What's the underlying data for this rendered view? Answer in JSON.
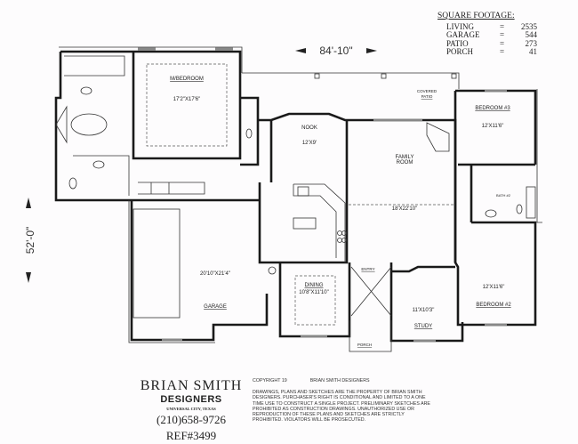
{
  "square_footage": {
    "title": "SQUARE FOOTAGE:",
    "rows": [
      {
        "label": "LIVING",
        "eq": "=",
        "value": "2535"
      },
      {
        "label": "GARAGE",
        "eq": "=",
        "value": "544"
      },
      {
        "label": "PATIO",
        "eq": "=",
        "value": "273"
      },
      {
        "label": "PORCH",
        "eq": "=",
        "value": "41"
      }
    ]
  },
  "dimensions": {
    "width": "84'-10\"",
    "depth": "52'-0\""
  },
  "rooms": {
    "master_bedroom": {
      "name": "M/BEDROOM",
      "size": "17'2\"X17'6\""
    },
    "covered_patio": {
      "line1": "COVERED",
      "line2": "PATIO"
    },
    "nook": {
      "name": "NOOK",
      "size": "12'X9'"
    },
    "family_room": {
      "line1": "FAMILY",
      "line2": "ROOM",
      "size": "18'X22'10\""
    },
    "bedroom3": {
      "name": "BEDROOM #3",
      "size": "12'X11'6\""
    },
    "bath2": {
      "name": "BATH #2"
    },
    "bedroom2": {
      "name": "BEDROOM #2",
      "size": "12'X11'6\""
    },
    "garage": {
      "name": "GARAGE",
      "size": "20'10\"X21'4\""
    },
    "dining": {
      "name": "DINING",
      "size": "10'8\"X11'10\""
    },
    "entry": {
      "name": "ENTRY"
    },
    "study": {
      "name": "STUDY",
      "size": "11'X10'3\""
    },
    "porch": {
      "name": "PORCH"
    }
  },
  "designer": {
    "name": "BRIAN SMITH",
    "sub": "DESIGNERS",
    "city": "UNIVERSAL CITY, TEXAS",
    "phone": "(210)658-9726",
    "ref": "REF#3499"
  },
  "legal": {
    "copyright": "COPYRIGHT 19",
    "owner": "BRIAN SMITH DESIGNERS",
    "notice": "DRAWINGS, PLANS AND SKETCHES ARE THE PROPERTY OF BRIAN SMITH DESIGNERS. PURCHASER'S RIGHT IS CONDITIONAL AND LIMITED TO A ONE TIME USE TO CONSTRUCT A SINGLE PROJECT. PRELIMINARY SKETCHES ARE PROHIBITED AS CONSTRUCTION DRAWINGS. UNAUTHORIZED USE OR REPRODUCTION OF THESE PLANS AND SKETCHES ARE STRICTLY PROHIBITED. VIOLATORS WILL BE PROSECUTED."
  }
}
